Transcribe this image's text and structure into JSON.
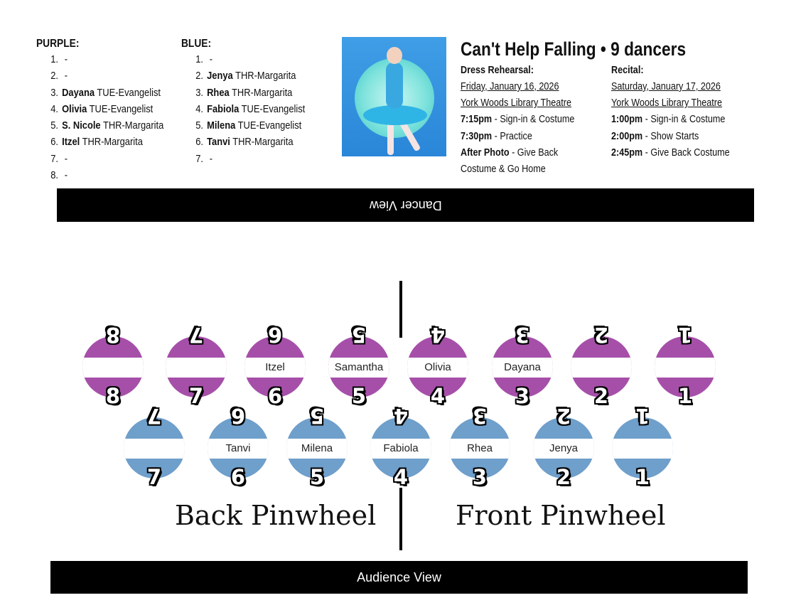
{
  "purple": {
    "title": "PURPLE:",
    "items": [
      {
        "n": "1.",
        "name": "",
        "class": "-"
      },
      {
        "n": "2.",
        "name": "",
        "class": "-"
      },
      {
        "n": "3.",
        "name": "Dayana",
        "class": "TUE-Evangelist"
      },
      {
        "n": "4.",
        "name": "Olivia",
        "class": "TUE-Evangelist"
      },
      {
        "n": "5.",
        "name": "S. Nicole",
        "class": "THR-Margarita"
      },
      {
        "n": "6.",
        "name": "Itzel",
        "class": "THR-Margarita"
      },
      {
        "n": "7.",
        "name": "",
        "class": "-"
      },
      {
        "n": "8.",
        "name": "",
        "class": "-"
      }
    ]
  },
  "blue": {
    "title": "BLUE:",
    "items": [
      {
        "n": "1.",
        "name": "",
        "class": "-"
      },
      {
        "n": "2.",
        "name": "Jenya",
        "class": "THR-Margarita"
      },
      {
        "n": "3.",
        "name": "Rhea",
        "class": "THR-Margarita"
      },
      {
        "n": "4.",
        "name": "Fabiola",
        "class": "TUE-Evangelist"
      },
      {
        "n": "5.",
        "name": "Milena",
        "class": "TUE-Evangelist"
      },
      {
        "n": "6.",
        "name": "Tanvi",
        "class": "THR-Margarita"
      },
      {
        "n": "7.",
        "name": "",
        "class": "-"
      }
    ]
  },
  "song": {
    "title": "Can't Help Falling • 9 dancers"
  },
  "dress_rehearsal": {
    "heading": "Dress Rehearsal:",
    "date": "Friday, January 16, 2026",
    "venue": "York Woods Library Theatre",
    "t1": "7:15pm",
    "d1": " - Sign-in & Costume",
    "t2": "7:30pm",
    "d2": " - Practice",
    "t3": "After Photo",
    "d3": " - Give Back",
    "d3b": "Costume & Go Home"
  },
  "recital": {
    "heading": "Recital:",
    "date": "Saturday, January 17, 2026",
    "venue": "York Woods Library Theatre",
    "t1": "1:00pm",
    "d1": " - Sign-in & Costume",
    "t2": "2:00pm",
    "d2": " - Show Starts",
    "t3": "2:45pm",
    "d3": " - Give Back Costume"
  },
  "bars": {
    "top": "Dancer View",
    "bottom": "Audience View"
  },
  "stage": {
    "back_label": "Back Pinwheel",
    "front_label": "Front Pinwheel",
    "purple_row": [
      {
        "num": "8",
        "name": ""
      },
      {
        "num": "7",
        "name": ""
      },
      {
        "num": "6",
        "name": "Itzel"
      },
      {
        "num": "5",
        "name": "Samantha"
      },
      {
        "num": "4",
        "name": "Olivia"
      },
      {
        "num": "3",
        "name": "Dayana"
      },
      {
        "num": "2",
        "name": ""
      },
      {
        "num": "1",
        "name": ""
      }
    ],
    "blue_row": [
      {
        "num": "7",
        "name": ""
      },
      {
        "num": "6",
        "name": "Tanvi"
      },
      {
        "num": "5",
        "name": "Milena"
      },
      {
        "num": "4",
        "name": "Fabiola"
      },
      {
        "num": "3",
        "name": "Rhea"
      },
      {
        "num": "2",
        "name": "Jenya"
      },
      {
        "num": "1",
        "name": ""
      }
    ]
  },
  "colors": {
    "purple": "#a64fa9",
    "blue": "#6f9fcb"
  }
}
